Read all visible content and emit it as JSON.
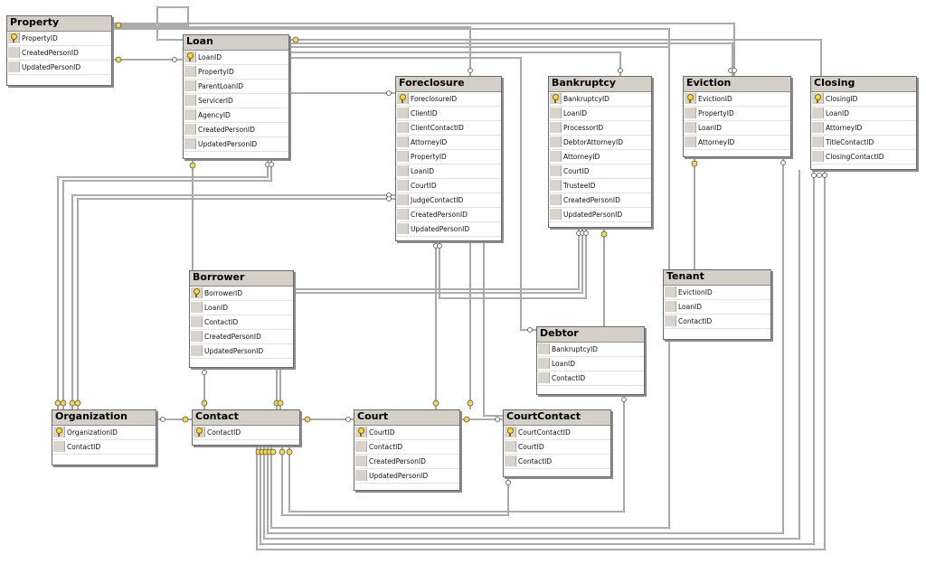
{
  "diagram": {
    "tables": [
      {
        "id": "property",
        "title": "Property",
        "columns": [
          {
            "name": "PropertyID",
            "pk": true
          },
          {
            "name": "CreatedPersonID"
          },
          {
            "name": "UpdatedPersonID"
          }
        ]
      },
      {
        "id": "loan",
        "title": "Loan",
        "columns": [
          {
            "name": "LoanID",
            "pk": true
          },
          {
            "name": "PropertyID"
          },
          {
            "name": "ParentLoanID"
          },
          {
            "name": "ServicerID"
          },
          {
            "name": "AgencyID"
          },
          {
            "name": "CreatedPersonID"
          },
          {
            "name": "UpdatedPersonID"
          }
        ]
      },
      {
        "id": "foreclosure",
        "title": "Foreclosure",
        "columns": [
          {
            "name": "ForeclosureID",
            "pk": true
          },
          {
            "name": "ClientID"
          },
          {
            "name": "ClientContactID"
          },
          {
            "name": "AttorneyID"
          },
          {
            "name": "PropertyID"
          },
          {
            "name": "LoanID"
          },
          {
            "name": "CourtID"
          },
          {
            "name": "JudgeContactID"
          },
          {
            "name": "CreatedPersonID"
          },
          {
            "name": "UpdatedPersonID"
          }
        ]
      },
      {
        "id": "bankruptcy",
        "title": "Bankruptcy",
        "columns": [
          {
            "name": "BankruptcyID",
            "pk": true
          },
          {
            "name": "LoanID"
          },
          {
            "name": "ProcessorID"
          },
          {
            "name": "DebtorAttorneyID"
          },
          {
            "name": "AttorneyID"
          },
          {
            "name": "CourtID"
          },
          {
            "name": "TrusteeID"
          },
          {
            "name": "CreatedPersonID"
          },
          {
            "name": "UpdatedPersonID"
          }
        ]
      },
      {
        "id": "eviction",
        "title": "Eviction",
        "columns": [
          {
            "name": "EvictionID",
            "pk": true
          },
          {
            "name": "PropertyID"
          },
          {
            "name": "LoanID"
          },
          {
            "name": "AttorneyID"
          }
        ]
      },
      {
        "id": "closing",
        "title": "Closing",
        "columns": [
          {
            "name": "ClosingID",
            "pk": true
          },
          {
            "name": "LoanID"
          },
          {
            "name": "AttorneyID"
          },
          {
            "name": "TitleContactID"
          },
          {
            "name": "ClosingContactID"
          }
        ]
      },
      {
        "id": "borrower",
        "title": "Borrower",
        "columns": [
          {
            "name": "BorrowerID",
            "pk": true
          },
          {
            "name": "LoanID"
          },
          {
            "name": "ContactID"
          },
          {
            "name": "CreatedPersonID"
          },
          {
            "name": "UpdatedPersonID"
          }
        ]
      },
      {
        "id": "tenant",
        "title": "Tenant",
        "columns": [
          {
            "name": "EvictionID"
          },
          {
            "name": "LoanID"
          },
          {
            "name": "ContactID"
          }
        ]
      },
      {
        "id": "debtor",
        "title": "Debtor",
        "columns": [
          {
            "name": "BankruptcyID"
          },
          {
            "name": "LoanID"
          },
          {
            "name": "ContactID"
          }
        ]
      },
      {
        "id": "organization",
        "title": "Organization",
        "columns": [
          {
            "name": "OrganizationID",
            "pk": true
          },
          {
            "name": "ContactID"
          }
        ]
      },
      {
        "id": "contact",
        "title": "Contact",
        "columns": [
          {
            "name": "ContactID",
            "pk": true
          }
        ]
      },
      {
        "id": "court",
        "title": "Court",
        "columns": [
          {
            "name": "CourtID",
            "pk": true
          },
          {
            "name": "ContactID"
          },
          {
            "name": "CreatedPersonID"
          },
          {
            "name": "UpdatedPersonID"
          }
        ]
      },
      {
        "id": "courtcontact",
        "title": "CourtContact",
        "columns": [
          {
            "name": "CourtContactID",
            "pk": true
          },
          {
            "name": "CourtID"
          },
          {
            "name": "ContactID"
          }
        ]
      }
    ]
  },
  "colors": {
    "title_bar": "#d4d0c8",
    "border": "#6a6a6a",
    "line": "#7a7a7a",
    "key": "#f6d94a"
  },
  "icons": {
    "primary_key": "key-icon"
  }
}
